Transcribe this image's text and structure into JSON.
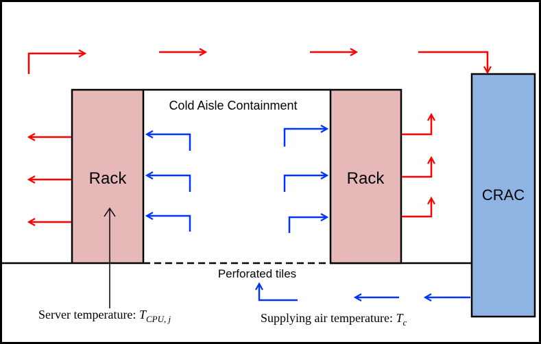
{
  "labels": {
    "cold_aisle": "Cold Aisle Containment",
    "rack_left": "Rack",
    "rack_right": "Rack",
    "crac": "CRAC",
    "perforated_tiles": "Perforated tiles",
    "server_temp_prefix": "Server temperature: ",
    "server_temp_symbol": "T",
    "server_temp_subscript": "CPU, j",
    "supply_temp_prefix": "Supplying air temperature: ",
    "supply_temp_symbol": "T",
    "supply_temp_subscript": "c"
  },
  "colors": {
    "hot_air": "#ff0000",
    "cold_air": "#0033ff",
    "rack_fill": "#e6b8b7",
    "crac_fill": "#8eb4e3",
    "outline": "#000000"
  }
}
